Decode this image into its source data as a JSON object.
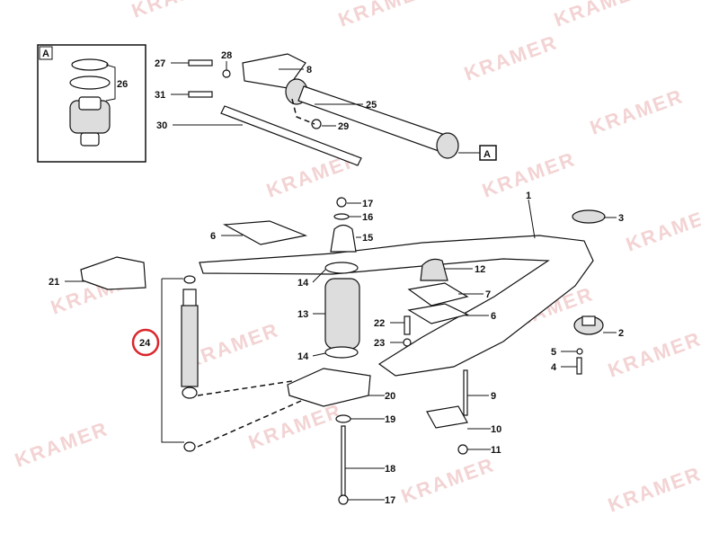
{
  "watermark": "KRAMER",
  "inset": {
    "tag": "A",
    "label": "26"
  },
  "callout_tag": "A",
  "highlight_color": "#d9262c",
  "labels": {
    "l27": "27",
    "l28": "28",
    "l8": "8",
    "l31": "31",
    "l25": "25",
    "l29": "29",
    "l30": "30",
    "l1": "1",
    "l3": "3",
    "l17a": "17",
    "l16": "16",
    "l6a": "6",
    "l15": "15",
    "l21": "21",
    "l12": "12",
    "l14a": "14",
    "l7": "7",
    "l13": "13",
    "l22": "22",
    "l6b": "6",
    "l23": "23",
    "l2": "2",
    "l24": "24",
    "l5": "5",
    "l4": "4",
    "l14b": "14",
    "l20": "20",
    "l9": "9",
    "l19": "19",
    "l10": "10",
    "l11": "11",
    "l18": "18",
    "l17b": "17"
  }
}
